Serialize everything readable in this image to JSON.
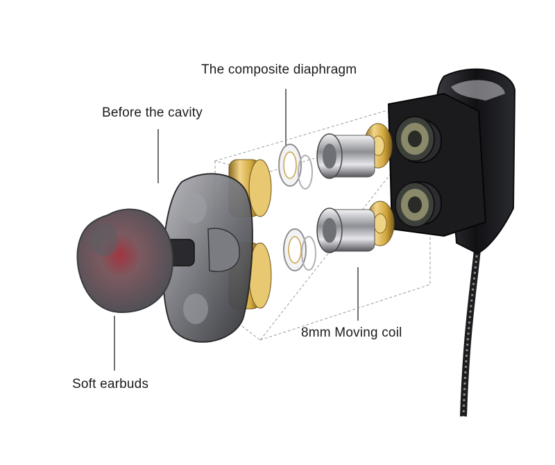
{
  "labels": {
    "composite_diaphragm": "The composite diaphragm",
    "before_cavity": "Before the cavity",
    "moving_coil": "8mm Moving coil",
    "soft_earbuds": "Soft earbuds"
  },
  "colors": {
    "background": "#ffffff",
    "text": "#1a1a1a",
    "gold": "#d8b24a",
    "chrome": "#c9c9cc",
    "housing_dark": "#1c1c1f",
    "eartip_gray": "#6b6d72",
    "eartip_red": "#9a2a33"
  }
}
